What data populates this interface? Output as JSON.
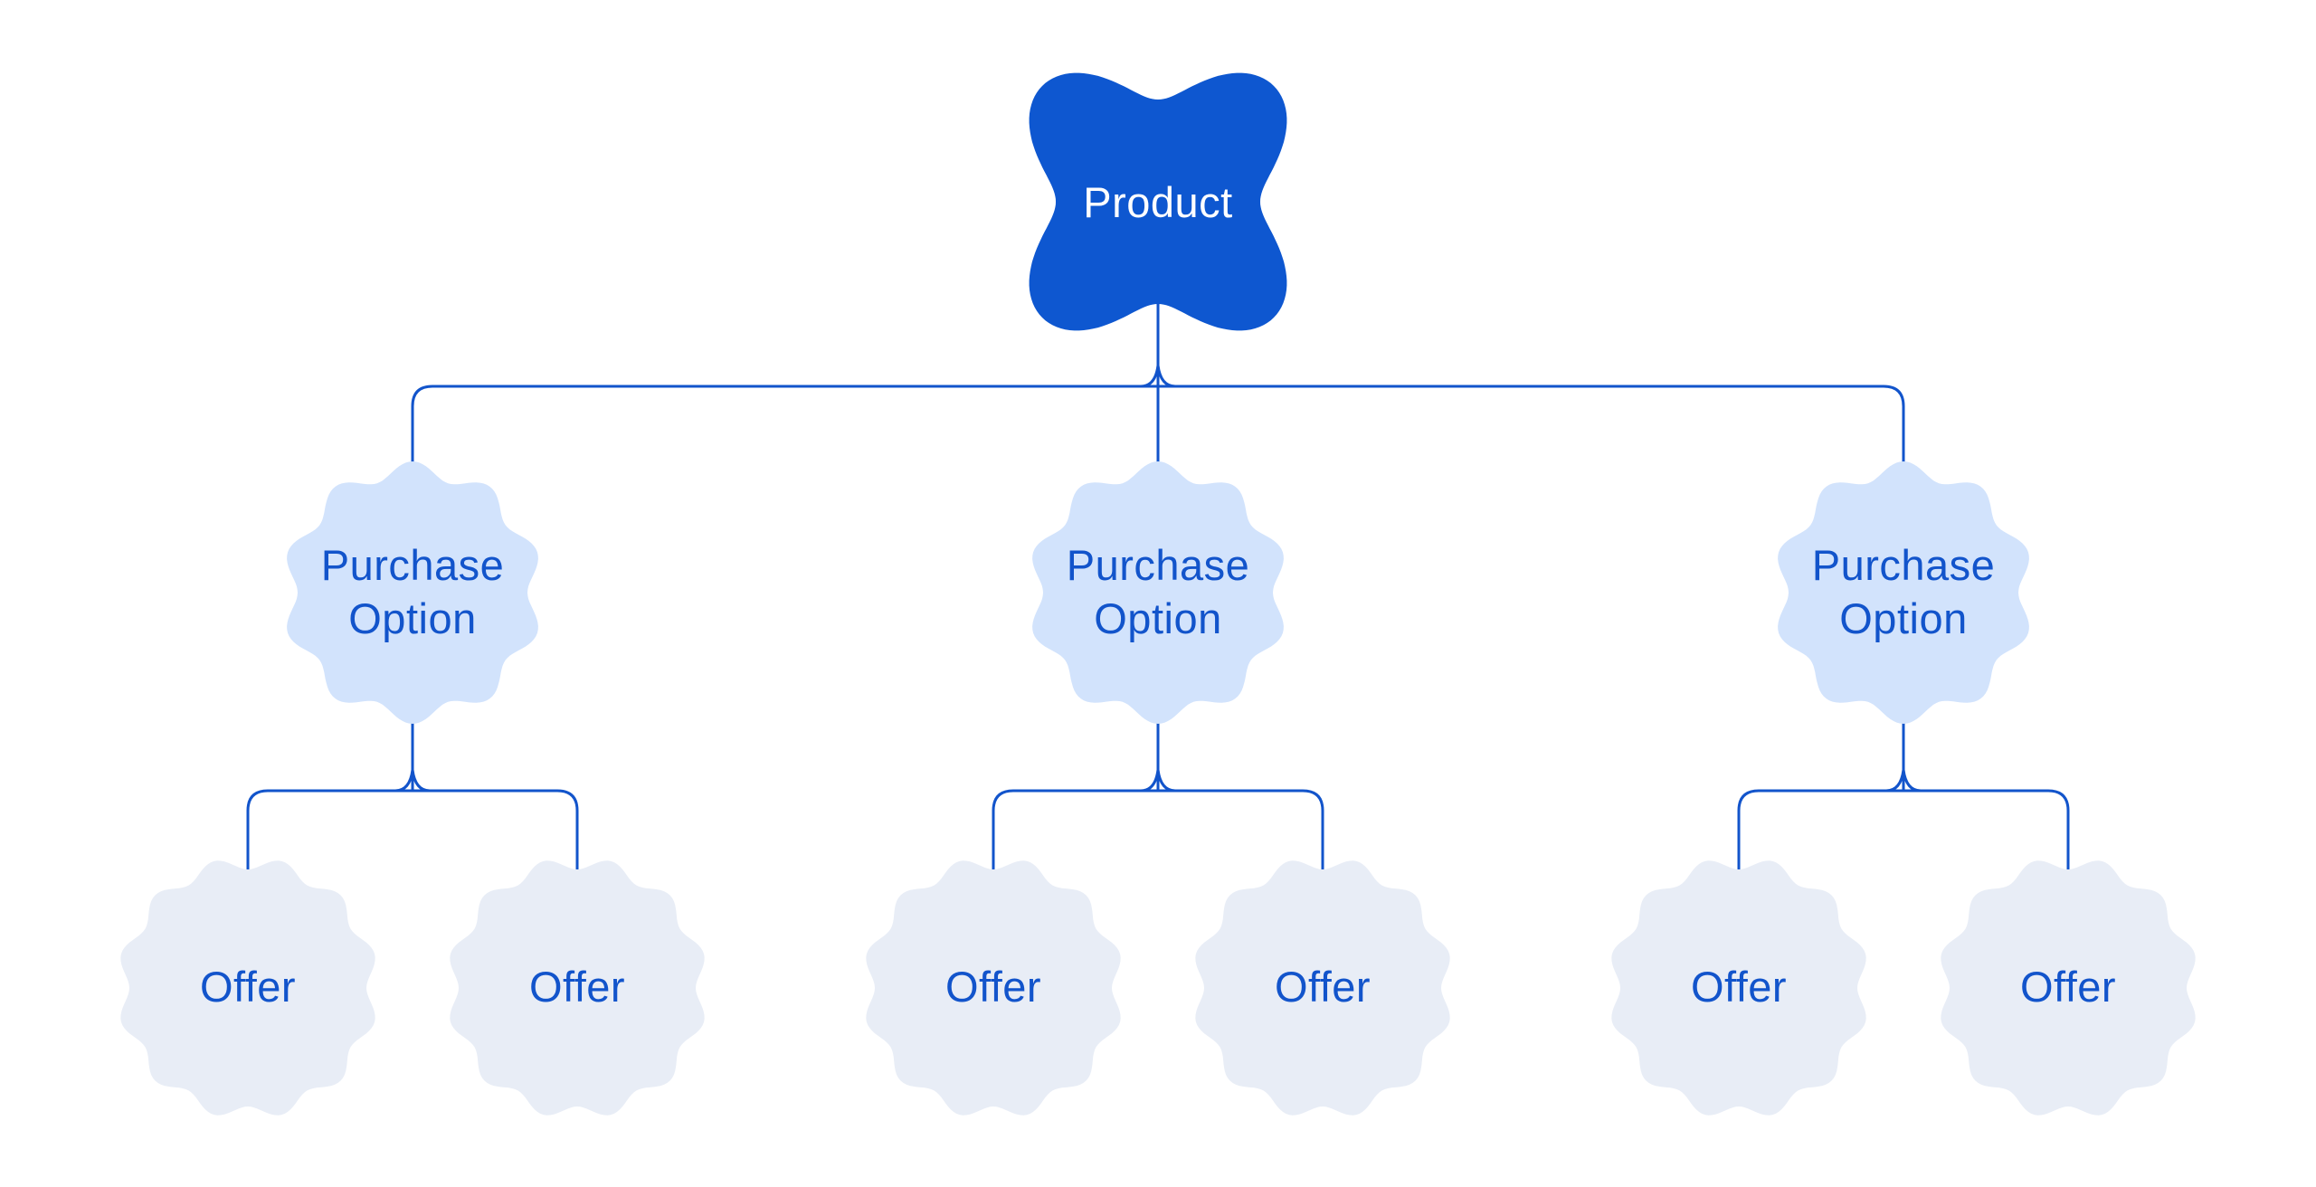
{
  "palette": {
    "background": "#ffffff",
    "root_fill": "#0e57d0",
    "root_text": "#ffffff",
    "purchase_option_fill": "#d2e3fc",
    "offer_fill": "#e8edf6",
    "label_text": "#1254cb",
    "connector_line": "#1254cb"
  },
  "tree": {
    "root": {
      "label": "Product"
    },
    "branches": [
      {
        "label": "Purchase Option",
        "children": [
          {
            "label": "Offer"
          },
          {
            "label": "Offer"
          }
        ]
      },
      {
        "label": "Purchase Option",
        "children": [
          {
            "label": "Offer"
          },
          {
            "label": "Offer"
          }
        ]
      },
      {
        "label": "Purchase Option",
        "children": [
          {
            "label": "Offer"
          },
          {
            "label": "Offer"
          }
        ]
      }
    ]
  }
}
